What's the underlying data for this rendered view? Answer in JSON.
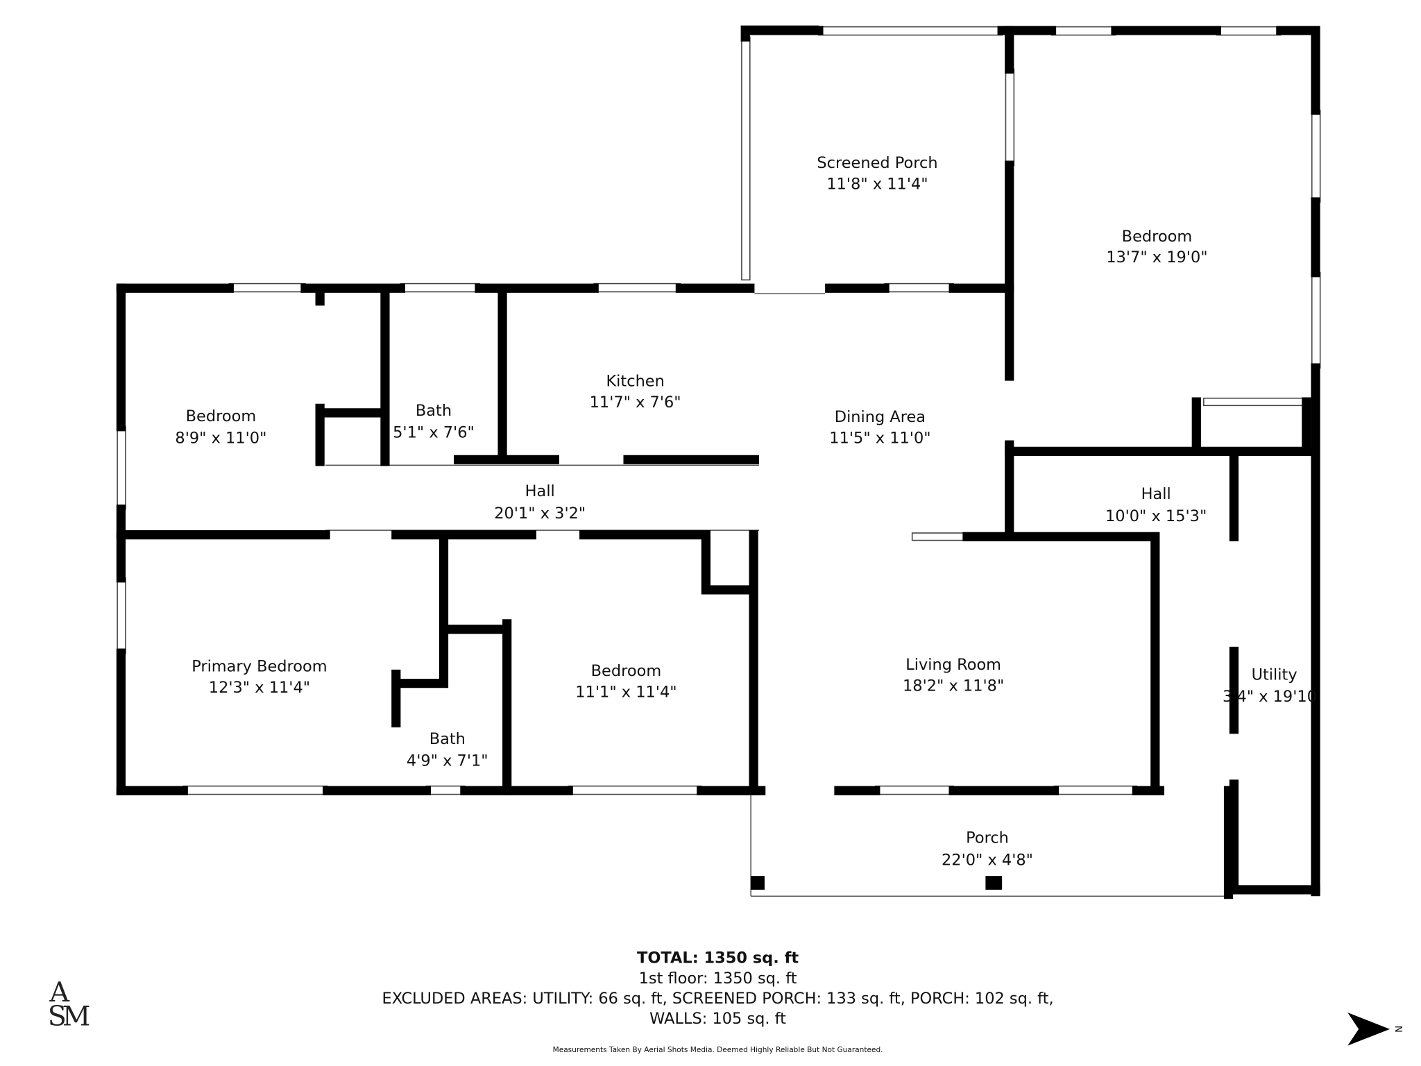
{
  "rooms": [
    {
      "name": "Screened Porch",
      "dims": "11'8\" x 11'4\""
    },
    {
      "name": "Bedroom",
      "dims": "13'7\" x 19'0\""
    },
    {
      "name": "Bedroom",
      "dims": "8'9\" x 11'0\""
    },
    {
      "name": "Bath",
      "dims": "5'1\" x 7'6\""
    },
    {
      "name": "Kitchen",
      "dims": "11'7\" x 7'6\""
    },
    {
      "name": "Dining Area",
      "dims": "11'5\" x 11'0\""
    },
    {
      "name": "Hall",
      "dims": "20'1\" x 3'2\""
    },
    {
      "name": "Hall",
      "dims": "10'0\" x 15'3\""
    },
    {
      "name": "Primary Bedroom",
      "dims": "12'3\" x 11'4\""
    },
    {
      "name": "Bath",
      "dims": "4'9\" x 7'1\""
    },
    {
      "name": "Bedroom",
      "dims": "11'1\" x 11'4\""
    },
    {
      "name": "Living Room",
      "dims": "18'2\" x 11'8\""
    },
    {
      "name": "Utility",
      "dims": "3'4\" x 19'10"
    },
    {
      "name": "Porch",
      "dims": "22'0\" x 4'8\""
    }
  ],
  "summary": {
    "total": "TOTAL: 1350 sq. ft",
    "floor": "1st floor: 1350 sq. ft",
    "excluded": "EXCLUDED AREAS: UTILITY: 66 sq. ft, SCREENED PORCH: 133 sq. ft, PORCH: 102 sq. ft,",
    "walls": "WALLS: 105 sq. ft",
    "disclaimer": "Measurements Taken By Aerial Shots Media. Deemed Highly Reliable But Not Guaranteed."
  },
  "logo": "ASM",
  "compass": {
    "label": "N",
    "icon": "north-arrow-icon"
  }
}
